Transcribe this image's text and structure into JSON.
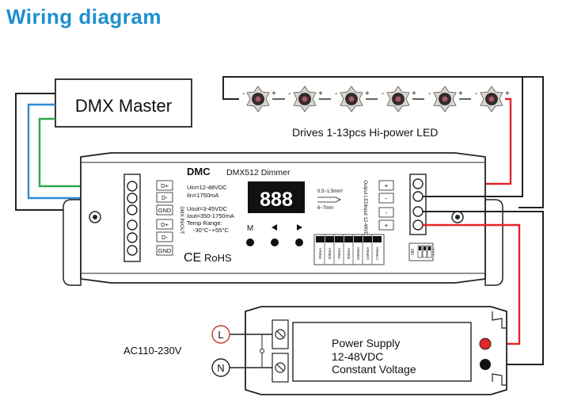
{
  "title": "Wiring diagram",
  "dmx_master": {
    "label": "DMX Master"
  },
  "led_caption": "Drives 1-13pcs Hi-power LED",
  "led": {
    "minus": "-",
    "plus": "+"
  },
  "dimmer": {
    "brand": "DMC",
    "model": "DMX512 Dimmer",
    "spec_uin": "Uin=12-48VDC",
    "spec_iin": "Iin=1750mA",
    "spec_uout": "Uout=3-45VDC",
    "spec_iout": "Iout=350-1750mA",
    "spec_temp_label": "Temp Range:",
    "spec_temp": "-30°C~+55°C",
    "display": "888",
    "btn_m": "M",
    "ce": "CE",
    "rohs": "RoHS",
    "dmx_terminals": [
      "D+",
      "D-",
      "GND",
      "D+",
      "D-",
      "GND"
    ],
    "dmx_side_label": "DMX IN/OUT",
    "wire_spec": "0.5~1.5mm²",
    "strip_len": "6~7mm",
    "output_label": "Output LED",
    "input_label": "Input 12-48VDC",
    "out_plus": "+",
    "out_minus": "-",
    "in_minus": "-",
    "in_plus": "+",
    "current_labels": [
      "350mA",
      "500mA",
      "700mA",
      "900mA",
      "1050mA",
      "1400mA",
      "1750mA"
    ],
    "dip_on": "ON",
    "dip_nums": "1 2 3"
  },
  "ac_label": "AC110-230V",
  "line_label": "L",
  "neutral_label": "N",
  "psu": {
    "line1": "Power Supply",
    "line2": "12-48VDC",
    "line3": "Constant Voltage"
  },
  "colors": {
    "title": "#1d8fd0",
    "red_wire": "#e2262a",
    "green_wire": "#2aa84a",
    "blue_wire": "#2e8ad6",
    "black": "#111111",
    "led_body": "#3a2a2a"
  }
}
